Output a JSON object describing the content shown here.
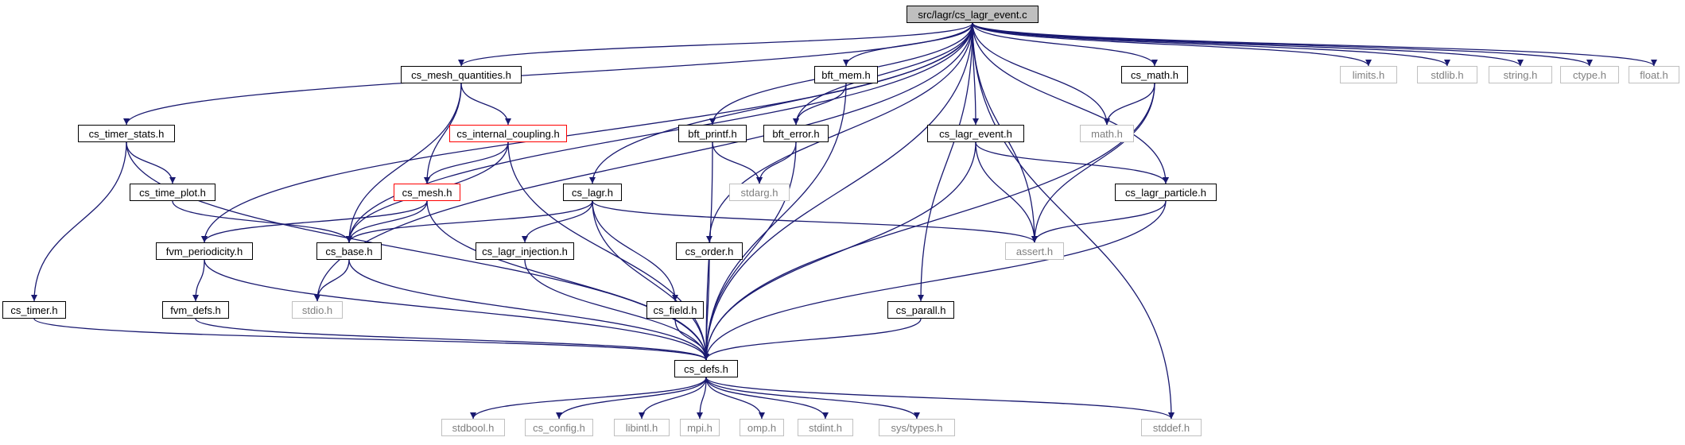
{
  "graph": {
    "edge_color": "#191970",
    "nodes": [
      {
        "id": "root",
        "label": "src/lagr/cs_lagr_event.c",
        "kind": "root"
      },
      {
        "id": "cs_timer_stats",
        "label": "cs_timer_stats.h",
        "kind": "link"
      },
      {
        "id": "cs_mesh_quantities",
        "label": "cs_mesh_quantities.h",
        "kind": "link"
      },
      {
        "id": "bft_mem",
        "label": "bft_mem.h",
        "kind": "link"
      },
      {
        "id": "cs_math",
        "label": "cs_math.h",
        "kind": "link"
      },
      {
        "id": "limits",
        "label": "limits.h",
        "kind": "ext"
      },
      {
        "id": "stdlib",
        "label": "stdlib.h",
        "kind": "ext"
      },
      {
        "id": "string",
        "label": "string.h",
        "kind": "ext"
      },
      {
        "id": "ctype",
        "label": "ctype.h",
        "kind": "ext"
      },
      {
        "id": "float",
        "label": "float.h",
        "kind": "ext"
      },
      {
        "id": "cs_internal_coupling",
        "label": "cs_internal_coupling.h",
        "kind": "red"
      },
      {
        "id": "bft_printf",
        "label": "bft_printf.h",
        "kind": "link"
      },
      {
        "id": "bft_error",
        "label": "bft_error.h",
        "kind": "link"
      },
      {
        "id": "cs_lagr_event",
        "label": "cs_lagr_event.h",
        "kind": "link"
      },
      {
        "id": "math",
        "label": "math.h",
        "kind": "ext"
      },
      {
        "id": "cs_time_plot",
        "label": "cs_time_plot.h",
        "kind": "link"
      },
      {
        "id": "cs_mesh",
        "label": "cs_mesh.h",
        "kind": "red"
      },
      {
        "id": "cs_lagr",
        "label": "cs_lagr.h",
        "kind": "link"
      },
      {
        "id": "stdarg",
        "label": "stdarg.h",
        "kind": "ext"
      },
      {
        "id": "cs_lagr_particle",
        "label": "cs_lagr_particle.h",
        "kind": "link"
      },
      {
        "id": "fvm_periodicity",
        "label": "fvm_periodicity.h",
        "kind": "link"
      },
      {
        "id": "cs_base",
        "label": "cs_base.h",
        "kind": "link"
      },
      {
        "id": "cs_lagr_injection",
        "label": "cs_lagr_injection.h",
        "kind": "link"
      },
      {
        "id": "cs_order",
        "label": "cs_order.h",
        "kind": "link"
      },
      {
        "id": "assert",
        "label": "assert.h",
        "kind": "ext"
      },
      {
        "id": "cs_timer",
        "label": "cs_timer.h",
        "kind": "link"
      },
      {
        "id": "fvm_defs",
        "label": "fvm_defs.h",
        "kind": "link"
      },
      {
        "id": "stdio",
        "label": "stdio.h",
        "kind": "ext"
      },
      {
        "id": "cs_field",
        "label": "cs_field.h",
        "kind": "link"
      },
      {
        "id": "cs_parall",
        "label": "cs_parall.h",
        "kind": "link"
      },
      {
        "id": "cs_defs",
        "label": "cs_defs.h",
        "kind": "link"
      },
      {
        "id": "stdbool",
        "label": "stdbool.h",
        "kind": "ext"
      },
      {
        "id": "cs_config",
        "label": "cs_config.h",
        "kind": "ext"
      },
      {
        "id": "libintl",
        "label": "libintl.h",
        "kind": "ext"
      },
      {
        "id": "mpi",
        "label": "mpi.h",
        "kind": "ext"
      },
      {
        "id": "omp",
        "label": "omp.h",
        "kind": "ext"
      },
      {
        "id": "stdint",
        "label": "stdint.h",
        "kind": "ext"
      },
      {
        "id": "systypes",
        "label": "sys/types.h",
        "kind": "ext"
      },
      {
        "id": "stddef",
        "label": "stddef.h",
        "kind": "ext"
      }
    ],
    "edges": [
      [
        "root",
        "cs_timer_stats"
      ],
      [
        "root",
        "fvm_periodicity"
      ],
      [
        "root",
        "stdio"
      ],
      [
        "root",
        "cs_base"
      ],
      [
        "root",
        "cs_mesh_quantities"
      ],
      [
        "root",
        "cs_lagr"
      ],
      [
        "root",
        "cs_order"
      ],
      [
        "root",
        "bft_printf"
      ],
      [
        "root",
        "bft_error"
      ],
      [
        "root",
        "bft_mem"
      ],
      [
        "root",
        "cs_parall"
      ],
      [
        "root",
        "cs_lagr_event"
      ],
      [
        "root",
        "assert"
      ],
      [
        "root",
        "math"
      ],
      [
        "root",
        "cs_math"
      ],
      [
        "root",
        "cs_lagr_particle"
      ],
      [
        "root",
        "cs_defs"
      ],
      [
        "root",
        "stddef"
      ],
      [
        "root",
        "limits"
      ],
      [
        "root",
        "stdlib"
      ],
      [
        "root",
        "string"
      ],
      [
        "root",
        "ctype"
      ],
      [
        "root",
        "float"
      ],
      [
        "cs_timer_stats",
        "cs_time_plot"
      ],
      [
        "cs_timer_stats",
        "cs_timer"
      ],
      [
        "cs_timer_stats",
        "cs_defs"
      ],
      [
        "cs_time_plot",
        "cs_base"
      ],
      [
        "cs_mesh_quantities",
        "cs_internal_coupling"
      ],
      [
        "cs_mesh_quantities",
        "cs_mesh"
      ],
      [
        "cs_mesh_quantities",
        "cs_base"
      ],
      [
        "cs_internal_coupling",
        "cs_mesh"
      ],
      [
        "cs_internal_coupling",
        "cs_base"
      ],
      [
        "cs_internal_coupling",
        "cs_defs"
      ],
      [
        "cs_mesh",
        "fvm_periodicity"
      ],
      [
        "cs_mesh",
        "cs_base"
      ],
      [
        "cs_mesh",
        "cs_defs"
      ],
      [
        "fvm_periodicity",
        "fvm_defs"
      ],
      [
        "fvm_periodicity",
        "cs_defs"
      ],
      [
        "fvm_defs",
        "cs_defs"
      ],
      [
        "cs_base",
        "stdio"
      ],
      [
        "cs_base",
        "cs_defs"
      ],
      [
        "cs_timer",
        "cs_defs"
      ],
      [
        "cs_lagr",
        "cs_base"
      ],
      [
        "cs_lagr",
        "cs_lagr_injection"
      ],
      [
        "cs_lagr",
        "cs_field"
      ],
      [
        "cs_lagr",
        "assert"
      ],
      [
        "cs_lagr",
        "cs_defs"
      ],
      [
        "cs_lagr_injection",
        "cs_defs"
      ],
      [
        "cs_field",
        "cs_defs"
      ],
      [
        "cs_order",
        "cs_defs"
      ],
      [
        "bft_printf",
        "stdarg"
      ],
      [
        "bft_printf",
        "cs_defs"
      ],
      [
        "bft_mem",
        "bft_error"
      ],
      [
        "bft_mem",
        "cs_defs"
      ],
      [
        "bft_error",
        "stdarg"
      ],
      [
        "bft_error",
        "cs_defs"
      ],
      [
        "cs_lagr_event",
        "assert"
      ],
      [
        "cs_lagr_event",
        "cs_lagr_particle"
      ],
      [
        "cs_lagr_event",
        "cs_defs"
      ],
      [
        "cs_lagr_particle",
        "assert"
      ],
      [
        "cs_lagr_particle",
        "cs_defs"
      ],
      [
        "cs_math",
        "math"
      ],
      [
        "cs_math",
        "assert"
      ],
      [
        "cs_math",
        "cs_defs"
      ],
      [
        "cs_parall",
        "cs_defs"
      ],
      [
        "cs_defs",
        "stdbool"
      ],
      [
        "cs_defs",
        "cs_config"
      ],
      [
        "cs_defs",
        "libintl"
      ],
      [
        "cs_defs",
        "mpi"
      ],
      [
        "cs_defs",
        "omp"
      ],
      [
        "cs_defs",
        "stdint"
      ],
      [
        "cs_defs",
        "systypes"
      ],
      [
        "cs_defs",
        "stddef"
      ]
    ]
  }
}
